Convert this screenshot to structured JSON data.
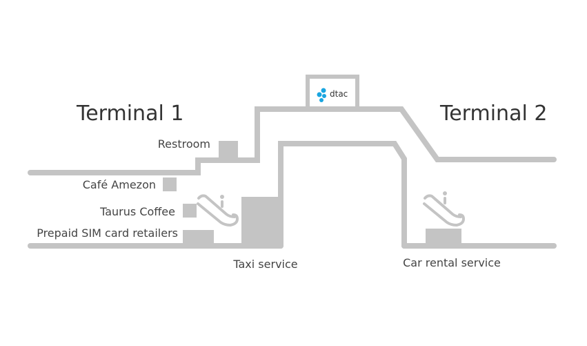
{
  "terminals": {
    "terminal_1": "Terminal 1",
    "terminal_2": "Terminal 2"
  },
  "brand": {
    "name": "dtac",
    "color": "#19a5e0"
  },
  "facilities": {
    "restroom": "Restroom",
    "cafe": "Café Amezon",
    "coffee": "Taurus Coffee",
    "sim": "Prepaid SIM card retailers",
    "taxi": "Taxi service",
    "car_rental": "Car rental service"
  },
  "icons": {
    "escalator": "escalator-icon",
    "brand_logo": "dtac-logo-icon"
  },
  "colors": {
    "structure": "#c4c4c4",
    "text": "#444444"
  }
}
